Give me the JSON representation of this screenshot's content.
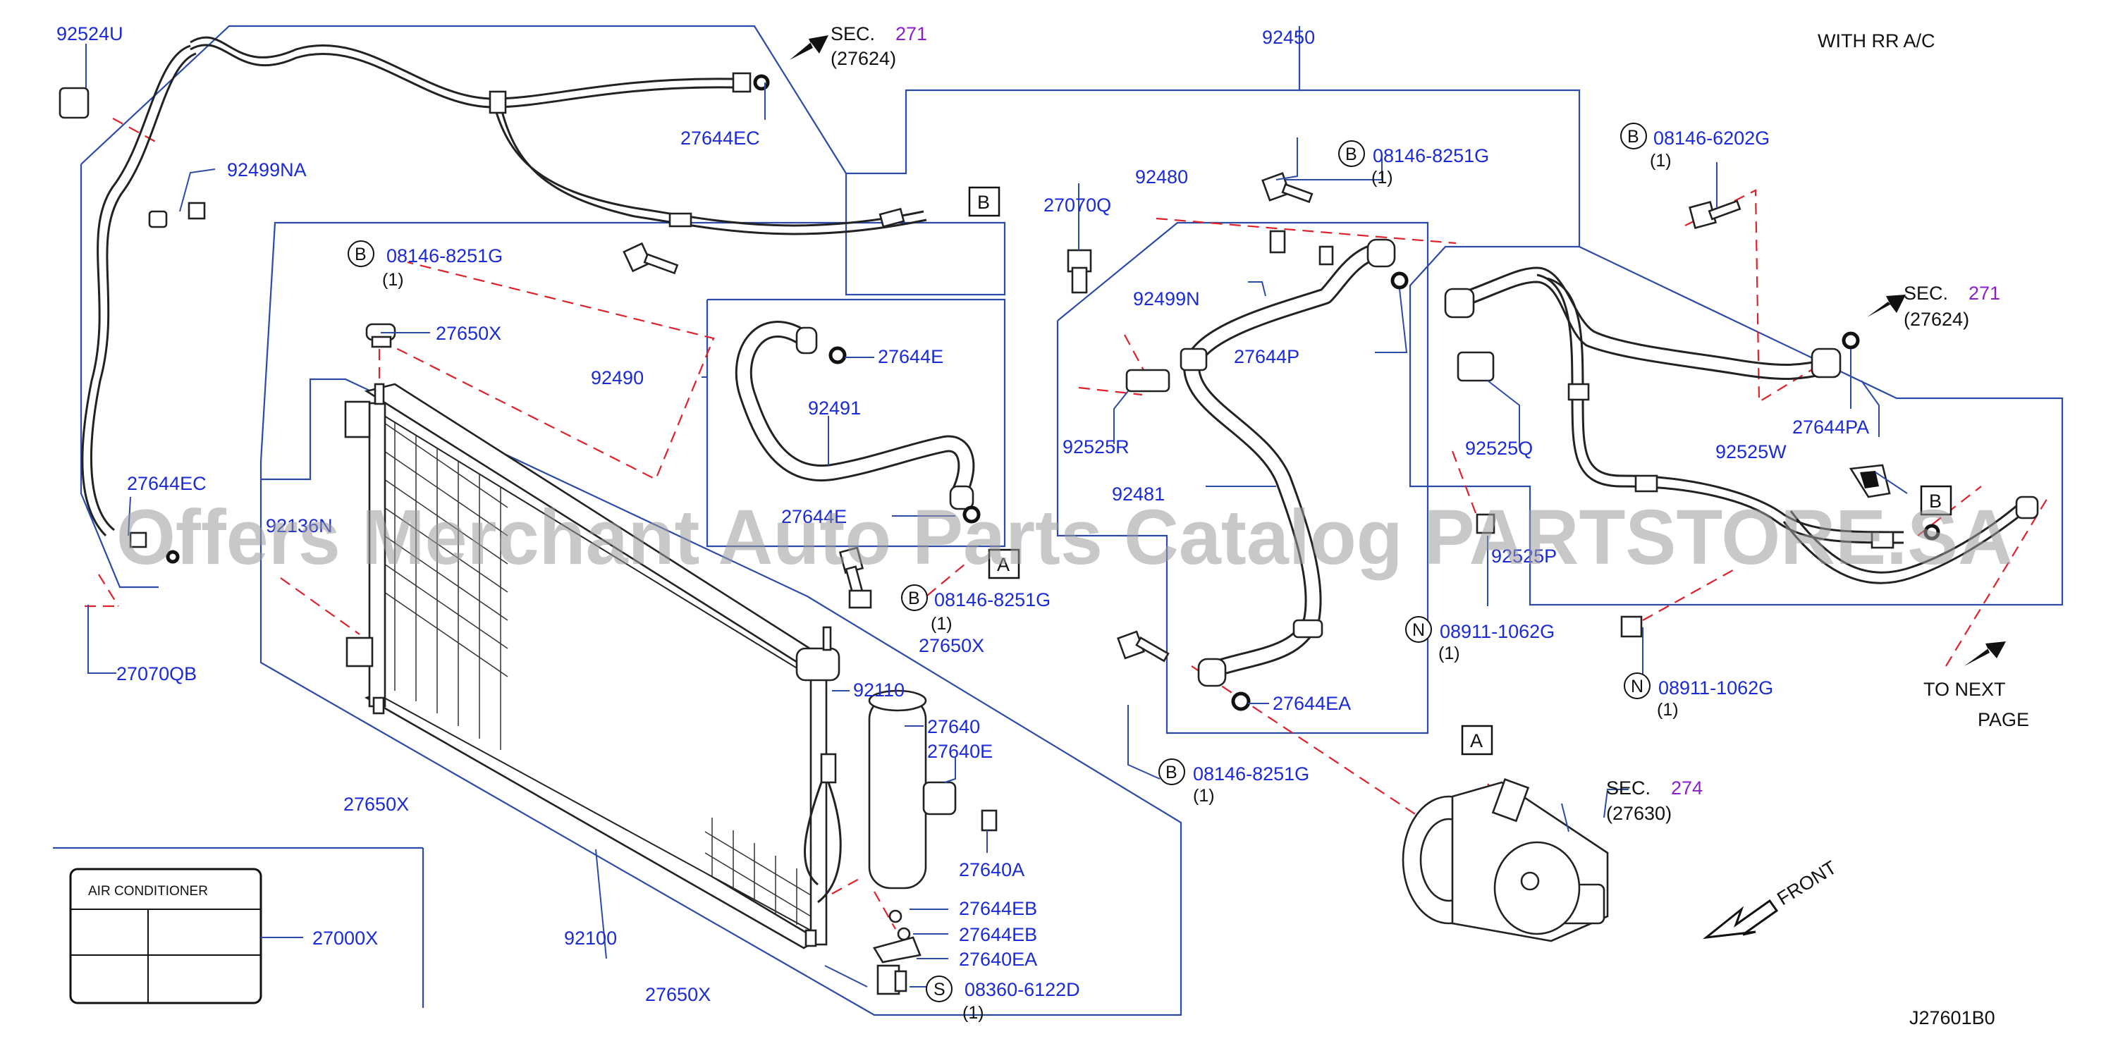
{
  "diagram_id": "J27601B0",
  "top_note": "WITH   RR   A/C",
  "watermark": "Offers Merchant Auto Parts Catalog PARTSTORE.SA",
  "labels": {
    "p92524U": "92524U",
    "p92499NA": "92499NA",
    "p27644EC_top": "27644EC",
    "p27644EC_left": "27644EC",
    "p27070QB": "27070QB",
    "p92136N": "92136N",
    "p27650X_top": "27650X",
    "p27650X_mid": "27650X",
    "p27650X_left": "27650X",
    "p27650X_bottom": "27650X",
    "p92490": "92490",
    "p92491": "92491",
    "p27644E_a": "27644E",
    "p27644E_b": "27644E",
    "p92110": "92110",
    "p27640": "27640",
    "p27640E": "27640E",
    "p27640A": "27640A",
    "p27644EB_a": "27644EB",
    "p27644EB_b": "27644EB",
    "p27640EA": "27640EA",
    "p92100": "92100",
    "p27000X": "27000X",
    "p92450": "92450",
    "p92480": "92480",
    "p27070Q": "27070Q",
    "p92499N": "92499N",
    "p27644P": "27644P",
    "p92525R": "92525R",
    "p92481": "92481",
    "p27644EA": "27644EA",
    "p92525Q": "92525Q",
    "p92525W": "92525W",
    "p27644PA": "27644PA",
    "p92525P": "92525P"
  },
  "bolts": {
    "b1_code": "08146-8251G",
    "b1_qty": "(1)",
    "b2_code": "08146-8251G",
    "b2_qty": "(1)",
    "b3_code": "08146-8251G",
    "b3_qty": "(1)",
    "b4_code": "08146-8251G",
    "b4_qty": "(1)",
    "b5_code": "08146-6202G",
    "b5_qty": "(1)",
    "n1_code": "08911-1062G",
    "n1_qty": "(1)",
    "n2_code": "08911-1062G",
    "n2_qty": "(1)",
    "s1_code": "08360-6122D",
    "s1_qty": "(1)"
  },
  "badges": {
    "B": "B",
    "N": "N",
    "S": "S"
  },
  "refs": {
    "box_A": "A",
    "box_B": "B",
    "sec_word": "SEC.",
    "sec1_num": "271",
    "sec1_sub": "(27624)",
    "sec2_num": "271",
    "sec2_sub": "(27624)",
    "sec3_num": "274",
    "sec3_sub": "(27630)"
  },
  "notes": {
    "to_next": "TO    NEXT",
    "page": "PAGE",
    "front": "FRONT",
    "ac_label": "AIR    CONDITIONER"
  },
  "colors": {
    "part_number": "#1a2ad6",
    "section_ref": "#8a1fd0",
    "frame": "#2c4aa8",
    "dashed_leader": "#e0202a"
  }
}
